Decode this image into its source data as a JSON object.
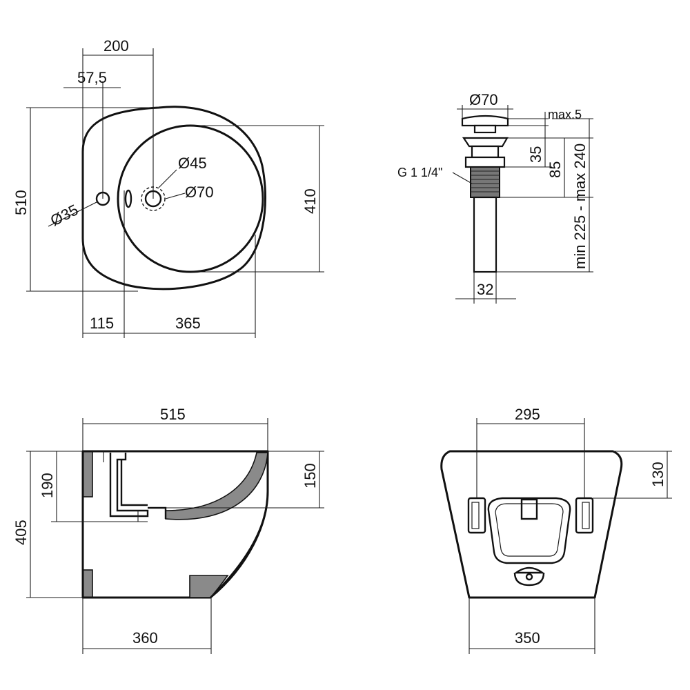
{
  "top_view": {
    "dim_200": "200",
    "dim_57_5": "57,5",
    "dim_510": "510",
    "dim_410": "410",
    "dim_d35": "Ø35",
    "dim_d45": "Ø45",
    "dim_d70": "Ø70",
    "dim_115": "115",
    "dim_365": "365"
  },
  "drain_view": {
    "dim_d70": "Ø70",
    "dim_max5": "max.5",
    "dim_35": "35",
    "dim_85": "85",
    "dim_range": "min 225 - max 240",
    "thread": "G 1 1/4\"",
    "dim_32": "32"
  },
  "side_view": {
    "dim_515": "515",
    "dim_190": "190",
    "dim_405": "405",
    "dim_150": "150",
    "dim_360": "360"
  },
  "back_view": {
    "dim_295": "295",
    "dim_130": "130",
    "dim_350": "350"
  },
  "colors": {
    "line": "#111111",
    "hatch": "#8a8a8a",
    "background": "#ffffff"
  }
}
